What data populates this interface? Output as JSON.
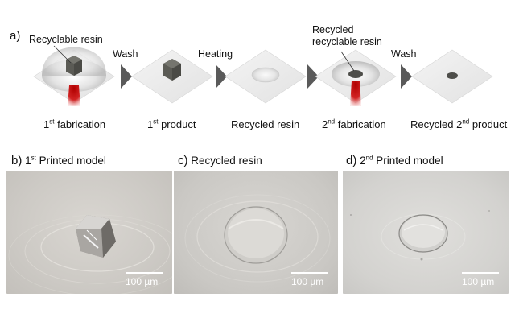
{
  "panel_a": {
    "letter": "a)",
    "resin_callout": "Recyclable resin",
    "recycled_callout_line1": "Recycled",
    "recycled_callout_line2": "recyclable resin",
    "arrow_labels": [
      "Wash",
      "Heating",
      "",
      "Wash"
    ],
    "steps": [
      {
        "pre": "1",
        "sup": "st",
        "post": " fabrication"
      },
      {
        "pre": "1",
        "sup": "st",
        "post": " product"
      },
      {
        "pre": "Recycled resin",
        "sup": "",
        "post": ""
      },
      {
        "pre": "2",
        "sup": "nd",
        "post": " fabrication"
      },
      {
        "pre": "Recycled 2",
        "sup": "nd",
        "post": " product"
      }
    ]
  },
  "panel_b": {
    "letter": "b)",
    "pre": " 1",
    "sup": "st",
    "post": " Printed model",
    "scale": "100 µm"
  },
  "panel_c": {
    "letter": "c)",
    "title": "Recycled  resin",
    "scale": "100 µm"
  },
  "panel_d": {
    "letter": "d)",
    "pre": "2",
    "sup": "nd",
    "post": " Printed model",
    "scale": "100 µm"
  }
}
